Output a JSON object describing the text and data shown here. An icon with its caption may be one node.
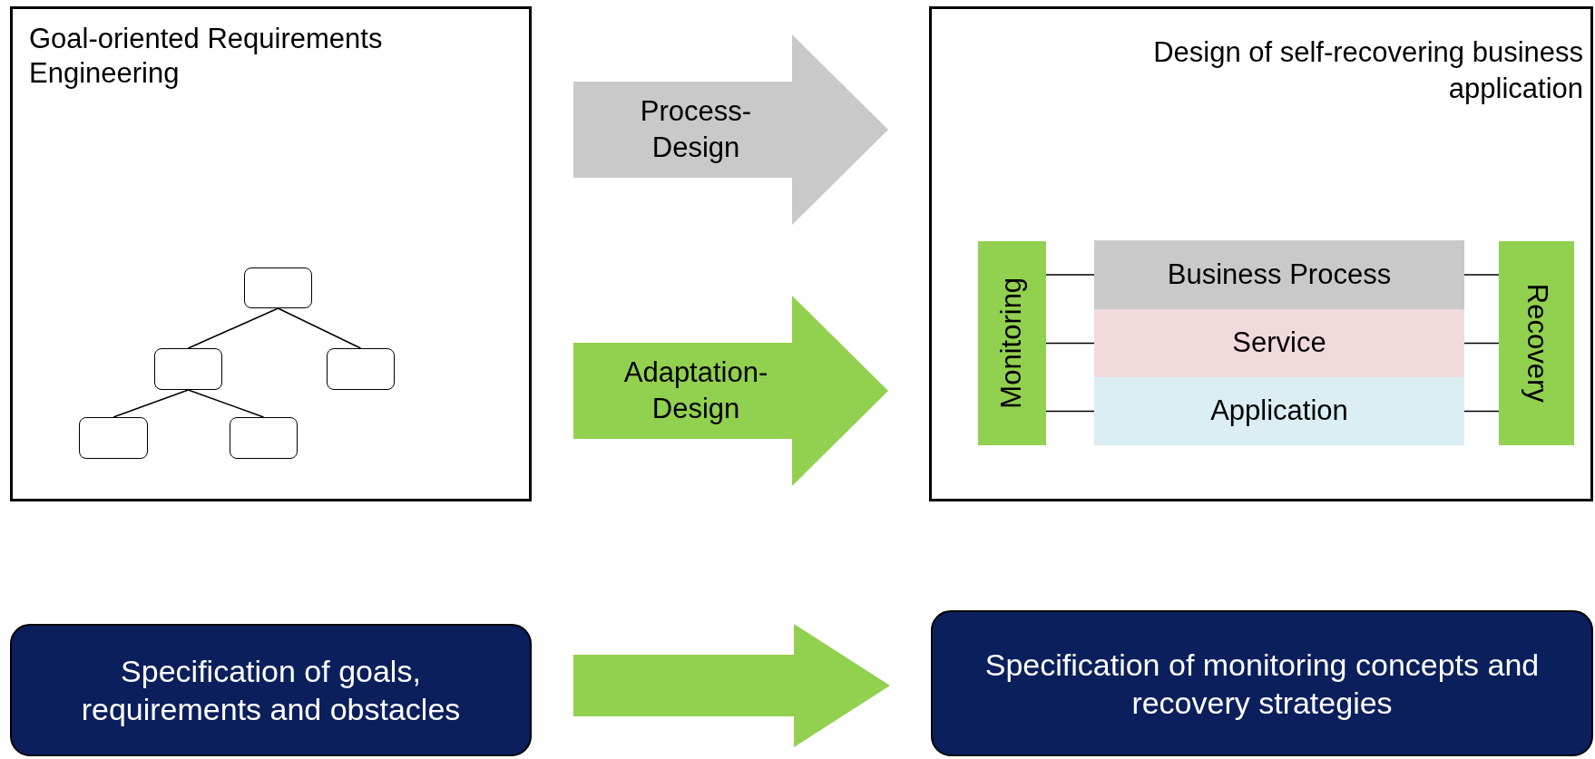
{
  "diagram": {
    "nodes": [
      {
        "text": [
          "Goal-oriented Requirements Engineering"
        ]
      },
      {
        "text": [],
        "shape": "box",
        "in": 0
      },
      {
        "text": [],
        "shape": "box",
        "in": 0
      },
      {
        "text": [],
        "shape": "box",
        "in": 0
      },
      {
        "text": [],
        "shape": "box",
        "in": 0
      },
      {
        "text": [],
        "shape": "box",
        "in": 0
      },
      {
        "text": [
          "Design of self-recovering business application"
        ]
      },
      {
        "text": [
          "Monitoring"
        ],
        "in": 6
      },
      {
        "text": [
          "Business Process"
        ],
        "in": 6
      },
      {
        "text": [
          "Service"
        ],
        "in": 6
      },
      {
        "text": [
          "Application"
        ],
        "in": 6
      },
      {
        "text": [
          "Recovery"
        ],
        "in": 6
      },
      {
        "text": [
          "Specification of goals, requirements and obstacles"
        ]
      },
      {
        "text": [
          "Specification of monitoring concepts and recovery strategies"
        ]
      }
    ],
    "edges": [
      {
        "from": 0,
        "to": 6,
        "arrow": "to",
        "label": "Process-Design",
        "style": "thick",
        "color": "#c9c9c9"
      },
      {
        "from": 0,
        "to": 6,
        "arrow": "to",
        "label": "Adaptation-Design",
        "style": "thick",
        "color": "#92d050"
      },
      {
        "from": 12,
        "to": 13,
        "arrow": "to",
        "style": "thick",
        "color": "#92d050"
      },
      {
        "from": 1,
        "to": 2,
        "arrow": "none"
      },
      {
        "from": 1,
        "to": 3,
        "arrow": "none"
      },
      {
        "from": 2,
        "to": 4,
        "arrow": "none"
      },
      {
        "from": 2,
        "to": 5,
        "arrow": "none"
      },
      {
        "from": 7,
        "to": 8,
        "arrow": "none"
      },
      {
        "from": 7,
        "to": 9,
        "arrow": "none"
      },
      {
        "from": 7,
        "to": 10,
        "arrow": "none"
      },
      {
        "from": 8,
        "to": 11,
        "arrow": "none"
      },
      {
        "from": 9,
        "to": 11,
        "arrow": "none"
      },
      {
        "from": 10,
        "to": 11,
        "arrow": "none"
      }
    ]
  }
}
